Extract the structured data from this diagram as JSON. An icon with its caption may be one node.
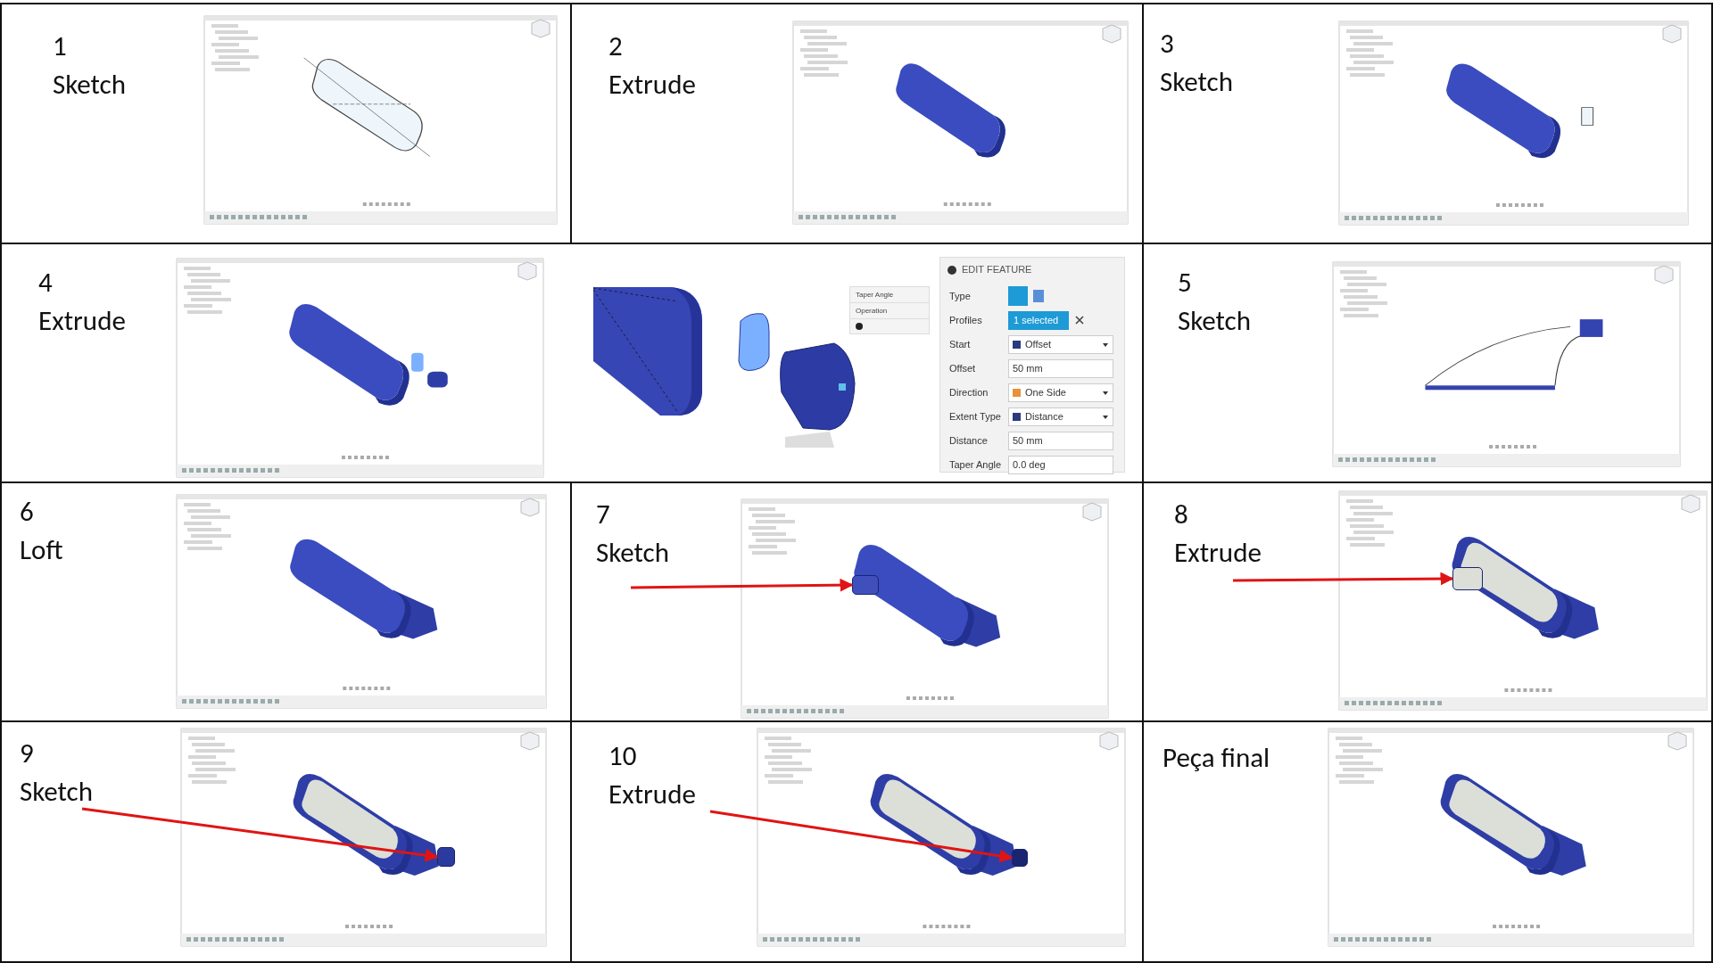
{
  "diagram": {
    "nodes": [
      {
        "text": [
          "1",
          "Sketch"
        ]
      },
      {
        "text": [
          "2",
          "Extrude"
        ]
      },
      {
        "text": [
          "3",
          "Sketch"
        ]
      },
      {
        "text": [
          "4",
          "Extrude"
        ]
      },
      {
        "text": [
          "5",
          "Sketch"
        ]
      },
      {
        "text": [
          "6",
          "Loft"
        ]
      },
      {
        "text": [
          "7",
          "Sketch"
        ]
      },
      {
        "text": [
          "8",
          "Extrude"
        ]
      },
      {
        "text": [
          "9",
          "Sketch"
        ]
      },
      {
        "text": [
          "10",
          "Extrude"
        ]
      },
      {
        "text": [
          "Peça final"
        ]
      },
      {
        "text": [],
        "shape": "box",
        "in": 6
      },
      {
        "text": [],
        "shape": "box",
        "in": 7
      },
      {
        "text": [],
        "shape": "box",
        "in": 8
      },
      {
        "text": [],
        "shape": "box",
        "in": 9
      }
    ],
    "edges": [
      {
        "from": null,
        "to": 11,
        "arrow": "to"
      },
      {
        "from": null,
        "to": 12,
        "arrow": "to"
      },
      {
        "from": null,
        "to": 13,
        "arrow": "to"
      },
      {
        "from": null,
        "to": 14,
        "arrow": "to"
      }
    ],
    "labels": [
      "Taper Angle",
      "Operation",
      "EDIT FEATURE",
      "Type",
      "Profiles",
      "1 selected",
      "Start",
      "Offset",
      "Offset",
      "50 mm",
      "Direction",
      "One Side",
      "Extent Type",
      "Distance",
      "Distance",
      "50 mm",
      "Taper Angle",
      "0.0 deg"
    ]
  }
}
